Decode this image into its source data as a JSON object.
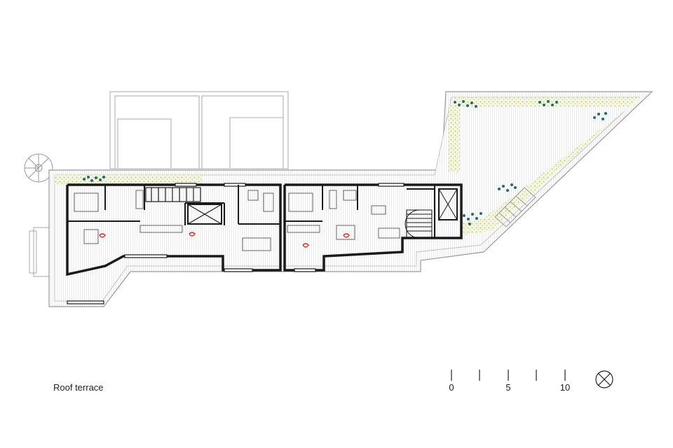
{
  "drawing": {
    "caption": "Roof terrace",
    "scale_bar": {
      "labels": [
        "0",
        "5",
        "10"
      ],
      "unit_steps": [
        0,
        2.5,
        5,
        7.5,
        10
      ]
    },
    "north_symbol": "north-arrow-icon"
  },
  "colors": {
    "wall": "#1a1a1a",
    "outline": "#9a9a9a",
    "planting_teal": "#1f6e6a",
    "planting_moss": "#c6cf7a",
    "fireplace": "#d7332a",
    "terrace_hatch": "#e2e2e2",
    "background": "#ffffff"
  }
}
